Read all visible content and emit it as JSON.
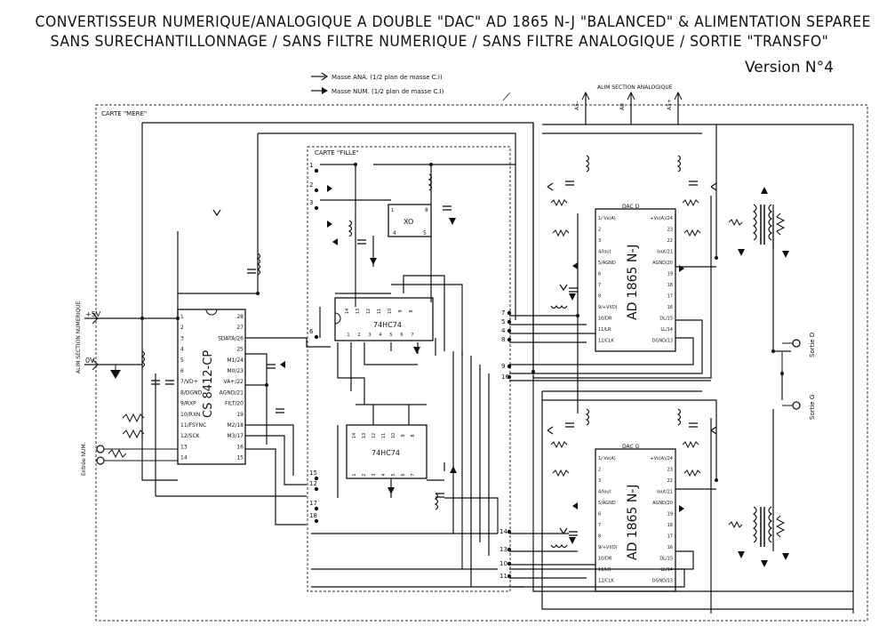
{
  "header": {
    "title_line1": "CONVERTISSEUR NUMERIQUE/ANALOGIQUE A DOUBLE \"DAC\" AD 1865 N-J \"BALANCED\" & ALIMENTATION SEPAREE",
    "title_line2": "SANS SURECHANTILLONNAGE / SANS FILTRE NUMERIQUE / SANS FILTRE ANALOGIQUE / SORTIE \"TRANSFO\"",
    "version": "Version N°4"
  },
  "legend": {
    "analog_ground": "Masse ANA. (1/2 plan de masse C.I)",
    "digital_ground": "Masse NUM. (1/2 plan de masse C.I)"
  },
  "boards": {
    "mother": "CARTE \"MERE\"",
    "daughter": "CARTE \"FILLE\""
  },
  "supplies": {
    "analog_section": "ALIM SECTION ANALOGIQUE",
    "analog_neg": "A5-",
    "analog_gnd": "A0",
    "analog_pos": "A5+",
    "digital_section": "ALIM SECTION NUMERIQUE",
    "plus5": "+5V",
    "zero": "0V"
  },
  "receiver": {
    "part": "CS 8412-CP",
    "left_pins": [
      "1",
      "2",
      "3",
      "4",
      "5",
      "6",
      "7/VD+",
      "8/DGND",
      "9/RXP",
      "10/RXN",
      "11/FSYNC",
      "12/SCK",
      "13",
      "14"
    ],
    "right_pins": [
      "28",
      "27",
      "SDATA/26",
      "25",
      "M1/24",
      "M0/23",
      "VA+/22",
      "AGND/21",
      "FILT/20",
      "19",
      "M2/18",
      "M3/17",
      "16",
      "15"
    ]
  },
  "flipflops": {
    "upper": "74HC74",
    "lower": "74HC74",
    "upper_top_pins": [
      "14",
      "13",
      "12",
      "11",
      "10",
      "9",
      "8"
    ],
    "upper_bottom_pins": [
      "1",
      "2",
      "3",
      "4",
      "5",
      "6",
      "7"
    ]
  },
  "oscillator": {
    "label": "XO",
    "pins": [
      "1",
      "4",
      "5",
      "8"
    ]
  },
  "dacs": [
    {
      "name": "DAC D",
      "part": "AD 1865 N-J",
      "left_pins": [
        "1/-Vs(A)",
        "2",
        "3",
        "4/Iout",
        "5/AGND",
        "6",
        "7",
        "8",
        "9/+Vl(D)",
        "10/DR",
        "11/LR",
        "12/CLK"
      ],
      "right_pins": [
        "+Vs(A)/24",
        "23",
        "22",
        "Iout/21",
        "AGND/20",
        "19",
        "18",
        "17",
        "16",
        "DL/15",
        "LL/14",
        "DGND/13"
      ]
    },
    {
      "name": "DAC G",
      "part": "AD 1865 N-J",
      "left_pins": [
        "1/-Vs(A)",
        "2",
        "3",
        "4/Iout",
        "5/AGND",
        "6",
        "7",
        "8",
        "9/+Vl(D)",
        "10/DR",
        "11/LR",
        "12/CLK"
      ],
      "right_pins": [
        "+Vs(A)/24",
        "23",
        "22",
        "Iout/21",
        "AGND/20",
        "19",
        "18",
        "17",
        "16",
        "DL/15",
        "LL/14",
        "DGND/13"
      ]
    }
  ],
  "connector_pins": {
    "daughter_left": [
      "1",
      "2",
      "3",
      "6",
      "15",
      "12",
      "17",
      "18"
    ],
    "daughter_right_top": [
      "7",
      "5",
      "4",
      "8",
      "9",
      "16"
    ],
    "daughter_right_bottom": [
      "14",
      "13",
      "10",
      "11"
    ]
  },
  "outputs": {
    "right": "Sortie D",
    "left": "Sortie G"
  },
  "input": {
    "label": "Entrée NUM."
  }
}
